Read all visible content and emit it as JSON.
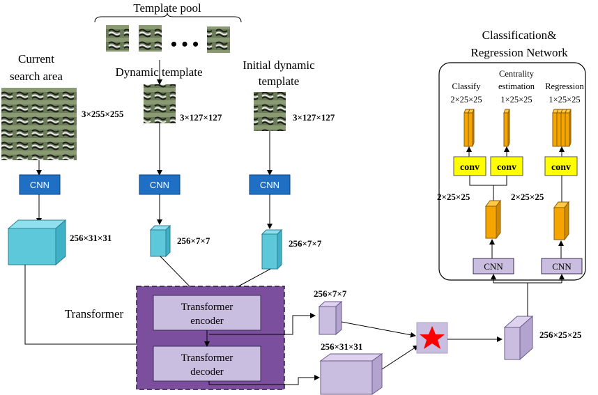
{
  "template_pool": {
    "title": "Template pool",
    "ellipsis": "• • •"
  },
  "columns": {
    "search": {
      "title_line1": "Current",
      "title_line2": "search area",
      "dims": "3×255×255",
      "feat": "256×31×31"
    },
    "dynamic": {
      "title": "Dynamic template",
      "dims": "3×127×127",
      "feat": "256×7×7"
    },
    "initial": {
      "title_line1": "Initial dynamic",
      "title_line2": "template",
      "dims": "3×127×127",
      "feat": "256×7×7"
    }
  },
  "cnn_label": "CNN",
  "transformer": {
    "label": "Transformer",
    "encoder_line1": "Transformer",
    "encoder_line2": "encoder",
    "decoder_line1": "Transformer",
    "decoder_line2": "decoder",
    "enc_out": "256×7×7",
    "dec_out": "256×31×31"
  },
  "fused_feat": "256×25×25",
  "head": {
    "title_line1": "Classification&",
    "title_line2": "Regression Network",
    "branch_left_feat": "2×25×25",
    "branch_right_feat": "2×25×25",
    "classify": {
      "label": "Classify",
      "dims": "2×25×25"
    },
    "centrality": {
      "label_line1": "Centrality",
      "label_line2": "estimation",
      "dims": "1×25×25"
    },
    "regression": {
      "label": "Regression",
      "dims": "1×25×25"
    },
    "conv_label": "conv",
    "cnn_label": "CNN"
  },
  "colors": {
    "cnn_blue": "#1f6fc5",
    "feature_cyan": "#5ec8db",
    "transformer_purple": "#7b4f9e",
    "lavender": "#c9bde0",
    "orange": "#f5a500",
    "conv_yellow": "#ffff00",
    "star_red": "#ff0000"
  },
  "icons": [
    "zebra-photo-icon",
    "star-correlation-icon",
    "arrow-icon"
  ]
}
